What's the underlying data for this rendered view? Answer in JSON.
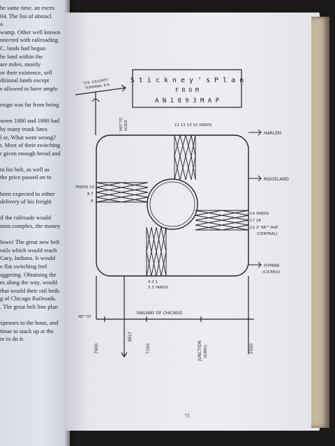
{
  "left_page": {
    "lines": [
      "he same time, an exces",
      "04. The list of obstacl",
      "a.",
      "wamp. Other well known",
      "nnected with railroading",
      "C. lands had begun",
      "he land within the",
      "are miles, mostly",
      "or their existence, sell",
      "ditional lands except",
      "e allowed to have ample",
      "",
      "esign was far from being",
      "",
      "ween 1880 and 1890 had",
      "by many trunk lines",
      "l or, What went wrong?",
      "t. Most of their switching",
      "r given enough bread and",
      "",
      "to his belt, as well as",
      "the price passed on to",
      "",
      "been expected to either",
      "delivery of his freight",
      "",
      "if the railroads would",
      "mon complex, the money",
      "",
      "lown! The great new belt",
      "rails which would reach",
      "Gary, Indiana. It would",
      "e flat switching feel",
      "aggering. Obtaining the",
      "es along the way, would",
      "that would their rail beds",
      "g of Chicago Railroads.",
      ". The great belt line plan",
      "",
      "xpenses to the bone, and",
      "tinue to stack up at the",
      "re to do it."
    ]
  },
  "diagram": {
    "title_line1": "S t i c k n e y ' s   P l a n",
    "title_line2": "F R O M",
    "title_line3": "A N   1 8 9 3   M A P",
    "top_left_label_1": "CHI. CALUMET",
    "top_left_label_2": "TERMINAL R.R.",
    "scale_note_1": "NOT TO",
    "scale_note_2": "SCALE",
    "top_yards": "11 12 13 15 YARDS",
    "left_yards_1": "YARDS 10",
    "left_yards_2": "8 7",
    "left_yards_3": "6",
    "right_yards_1": "14  YARDS",
    "right_yards_2": "17 18",
    "right_yards_3": "12 2⁰ 66ᵀᴴ AVE",
    "right_yards_4": "(CENTRAL)",
    "bottom_yards_1": "4  2  1",
    "bottom_yards_2": "5  3      YARDS",
    "harlem": "HARLEM",
    "ridgeland": "RIDGELAND",
    "hyman_1": "HYMAN",
    "hyman_2": "(CICERO)",
    "street_left": "46ᵀᴴ ST.",
    "railway_label": "RAILWAY  OF  CHICAGO",
    "x_7900": "7900",
    "x_belt": "BELT",
    "x_7100": "7100",
    "x_junction_1": "JUNCTION",
    "x_junction_2": "(63RD)",
    "x_5500": "5500"
  },
  "page_number": "73"
}
